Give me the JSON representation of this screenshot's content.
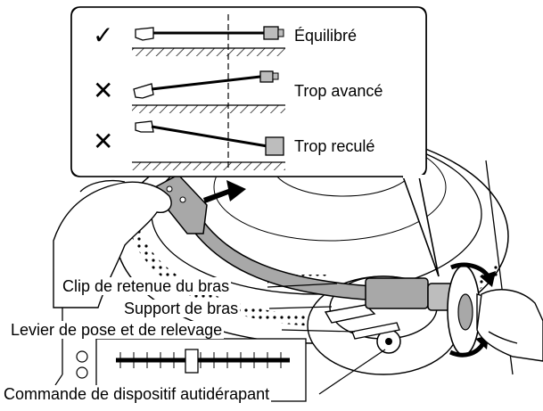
{
  "inset": {
    "rows": [
      {
        "status": "correct",
        "label": "Équilibré"
      },
      {
        "status": "incorrect",
        "label": "Trop avancé"
      },
      {
        "status": "incorrect",
        "label": "Trop reculé"
      }
    ],
    "marks": {
      "correct": "✓",
      "incorrect": "✕"
    }
  },
  "callouts": {
    "arm_clip": "Clip de retenue du bras",
    "arm_rest": "Support de bras",
    "cue_lever": "Levier de pose et de relevage",
    "anti_skate": "Commande de dispositif autidérapant"
  },
  "colors": {
    "arm_fill": "#a8a8a8",
    "panel_bg": "#ffffff",
    "line": "#000000"
  }
}
